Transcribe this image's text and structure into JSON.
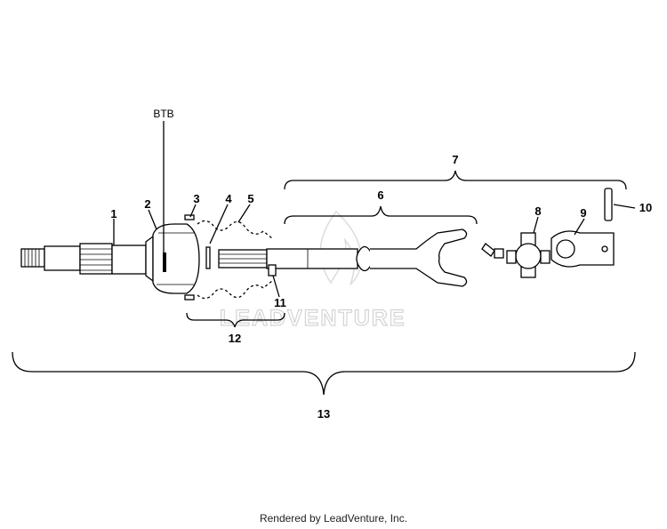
{
  "callouts": {
    "c1": "1",
    "c2": "2",
    "c3": "3",
    "c4": "4",
    "c5": "5",
    "c6": "6",
    "c7": "7",
    "c8": "8",
    "c9": "9",
    "c10": "10",
    "c11": "11",
    "c12": "12",
    "c13": "13",
    "btb": "BTB"
  },
  "watermark": "LEADVENTURE",
  "footer": "Rendered by LeadVenture, Inc."
}
